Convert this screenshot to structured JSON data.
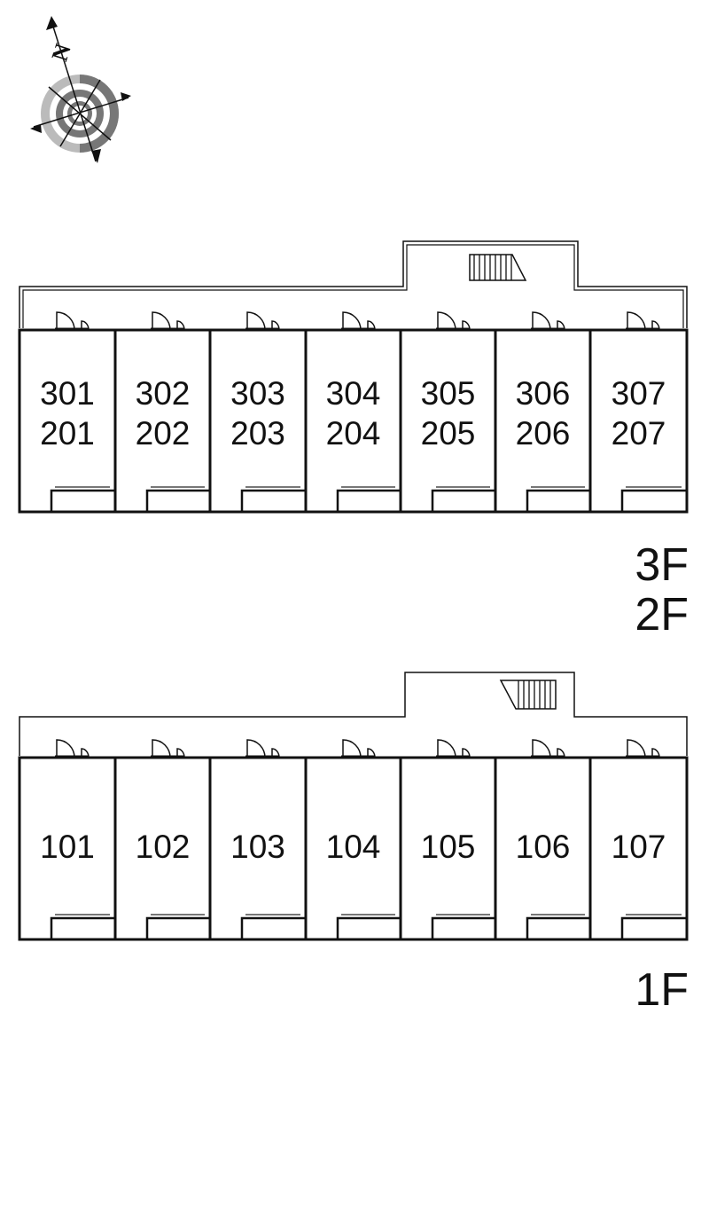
{
  "compass": {
    "north_label": "N",
    "icon": "compass-icon"
  },
  "upper_floors": {
    "floor_labels": [
      "3F",
      "2F"
    ],
    "stair_icon": "staircase-icon",
    "units": [
      {
        "top": "301",
        "bottom": "201"
      },
      {
        "top": "302",
        "bottom": "202"
      },
      {
        "top": "303",
        "bottom": "203"
      },
      {
        "top": "304",
        "bottom": "204"
      },
      {
        "top": "305",
        "bottom": "205"
      },
      {
        "top": "306",
        "bottom": "206"
      },
      {
        "top": "307",
        "bottom": "207"
      }
    ]
  },
  "ground_floor": {
    "floor_labels": [
      "1F"
    ],
    "stair_icon": "staircase-icon",
    "units": [
      "101",
      "102",
      "103",
      "104",
      "105",
      "106",
      "107"
    ]
  },
  "colors": {
    "line": "#111111",
    "compass_gray": "#777777",
    "compass_light": "#bbbbbb"
  }
}
